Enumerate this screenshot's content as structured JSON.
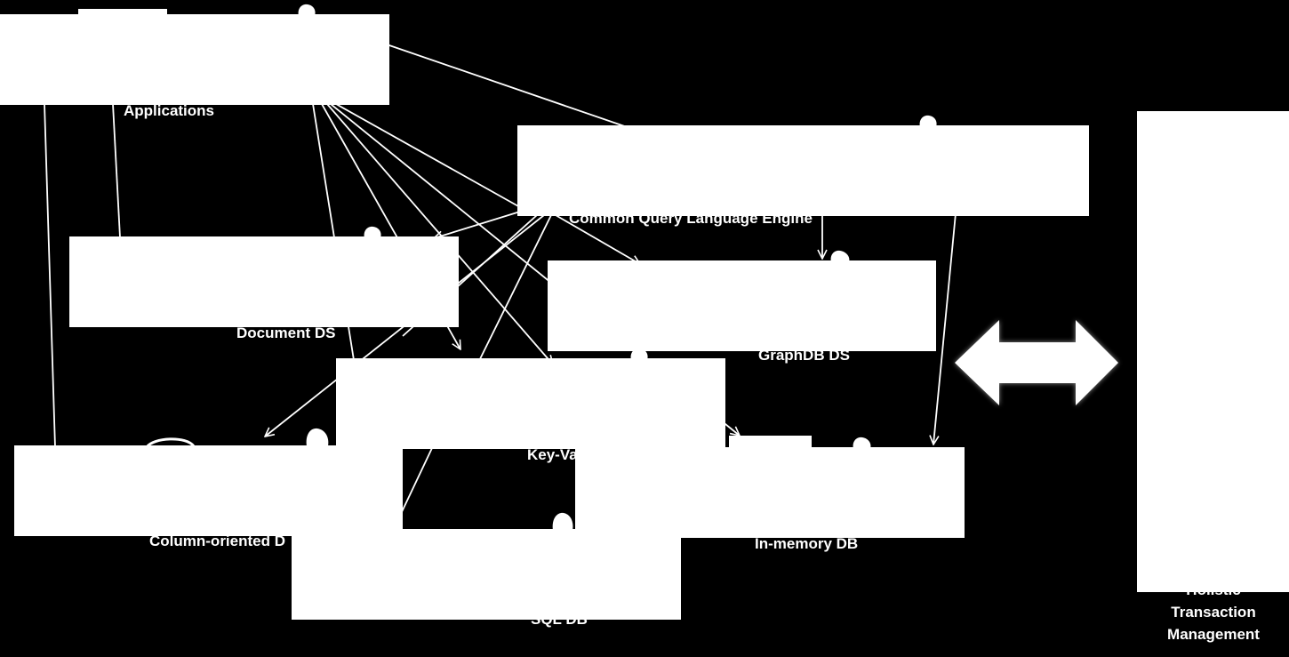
{
  "nodes": {
    "applications": {
      "label": "Applications"
    },
    "query_engine": {
      "label": "Common Query Language Engine"
    },
    "document": {
      "label": "Document DS"
    },
    "graph": {
      "label": "GraphDB DS"
    },
    "key_value": {
      "label": "Key-Va"
    },
    "column": {
      "label": "Column-oriented D"
    },
    "in_memory": {
      "label": "In-memory DB"
    },
    "sql": {
      "label": "SQL DB"
    },
    "transaction": {
      "line1": "Holistic",
      "line2": "Transaction",
      "line3": "Management"
    }
  },
  "colors": {
    "background": "#000000",
    "box": "#ffffff",
    "line": "#ffffff"
  }
}
